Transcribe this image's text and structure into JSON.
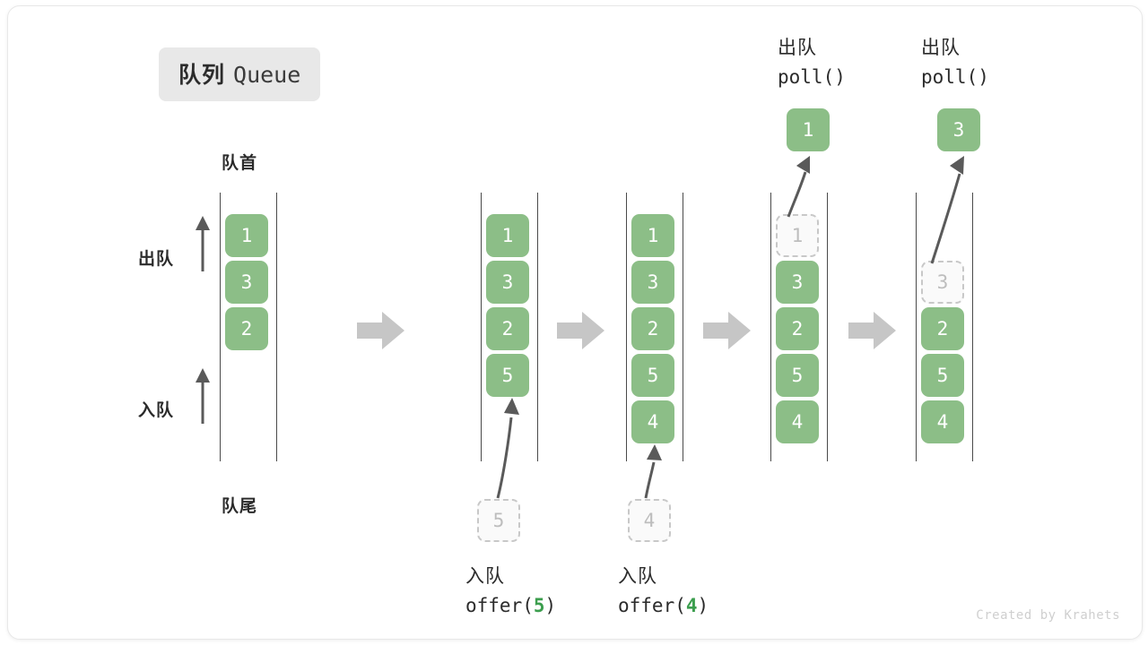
{
  "title": {
    "cjk": "队列",
    "latin": "Queue"
  },
  "labels": {
    "front": "队首",
    "rear": "队尾",
    "dequeue_side": "出队",
    "enqueue_side": "入队"
  },
  "watermark": "Created by Krahets",
  "colors": {
    "box_fill": "#8cbe87",
    "box_text": "#ffffff",
    "ghost_fill": "#fafafa",
    "ghost_border": "#c8c8c8",
    "ghost_text": "#bdbdbd",
    "rail": "#4a4a4a",
    "arrow_gray": "#c6c6c6",
    "curve_arrow": "#5a5a5a",
    "badge_bg": "#e8e8e8",
    "highlight_green": "#3c9e4e",
    "text": "#2b2b2b",
    "watermark": "#cfcfcf"
  },
  "steps": [
    {
      "id": "initial",
      "slots": [
        {
          "value": "1",
          "state": "filled"
        },
        {
          "value": "3",
          "state": "filled"
        },
        {
          "value": "2",
          "state": "filled"
        }
      ],
      "caption_cjk": "",
      "caption_code": "",
      "code_prefix": "",
      "code_arg": "",
      "code_suffix": "",
      "free_box": null,
      "top_label_cjk": "",
      "top_label_code": ""
    },
    {
      "id": "offer-5",
      "slots": [
        {
          "value": "1",
          "state": "filled"
        },
        {
          "value": "3",
          "state": "filled"
        },
        {
          "value": "2",
          "state": "filled"
        },
        {
          "value": "5",
          "state": "filled"
        }
      ],
      "caption_cjk": "入队",
      "code_prefix": "offer(",
      "code_arg": "5",
      "code_suffix": ")",
      "free_box": {
        "value": "5",
        "state": "ghost"
      },
      "top_label_cjk": "",
      "top_label_code": ""
    },
    {
      "id": "offer-4",
      "slots": [
        {
          "value": "1",
          "state": "filled"
        },
        {
          "value": "3",
          "state": "filled"
        },
        {
          "value": "2",
          "state": "filled"
        },
        {
          "value": "5",
          "state": "filled"
        },
        {
          "value": "4",
          "state": "filled"
        }
      ],
      "caption_cjk": "入队",
      "code_prefix": "offer(",
      "code_arg": "4",
      "code_suffix": ")",
      "free_box": {
        "value": "4",
        "state": "ghost"
      },
      "top_label_cjk": "",
      "top_label_code": ""
    },
    {
      "id": "poll-1",
      "slots": [
        {
          "value": "1",
          "state": "ghost"
        },
        {
          "value": "3",
          "state": "filled"
        },
        {
          "value": "2",
          "state": "filled"
        },
        {
          "value": "5",
          "state": "filled"
        },
        {
          "value": "4",
          "state": "filled"
        }
      ],
      "caption_cjk": "",
      "code_prefix": "",
      "code_arg": "",
      "code_suffix": "",
      "free_box": {
        "value": "1",
        "state": "filled"
      },
      "top_label_cjk": "出队",
      "top_label_code": "poll()"
    },
    {
      "id": "poll-3",
      "slots": [
        {
          "value": "",
          "state": "empty"
        },
        {
          "value": "3",
          "state": "ghost"
        },
        {
          "value": "2",
          "state": "filled"
        },
        {
          "value": "5",
          "state": "filled"
        },
        {
          "value": "4",
          "state": "filled"
        }
      ],
      "caption_cjk": "",
      "code_prefix": "",
      "code_arg": "",
      "code_suffix": "",
      "free_box": {
        "value": "3",
        "state": "filled"
      },
      "top_label_cjk": "出队",
      "top_label_code": "poll()"
    }
  ]
}
